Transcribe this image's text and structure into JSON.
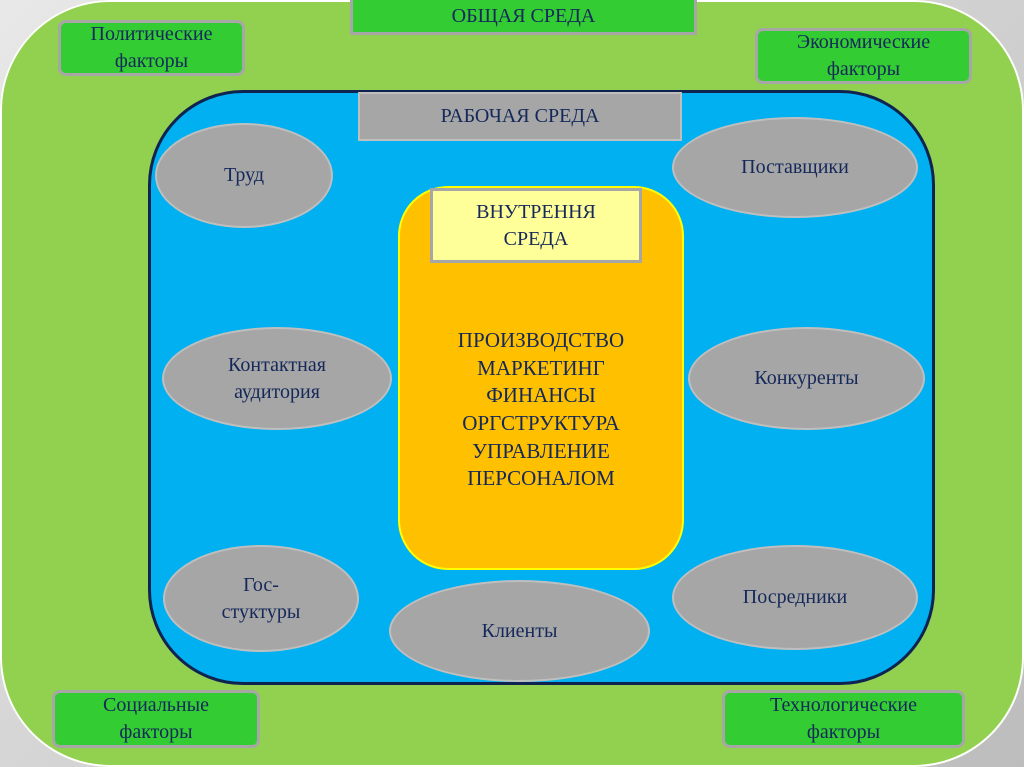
{
  "general_env": {
    "title": "ОБЩАЯ СРЕДА",
    "factors": {
      "political": [
        "Политические",
        "факторы"
      ],
      "economic": [
        "Экономические",
        "факторы"
      ],
      "social": [
        "Социальные",
        "факторы"
      ],
      "technological": [
        "Технологические",
        "факторы"
      ]
    }
  },
  "work_env": {
    "title": "РАБОЧАЯ СРЕДА",
    "elements": {
      "labor": [
        "Труд"
      ],
      "suppliers": [
        "Поставщики"
      ],
      "contact_audience": [
        "Контактная",
        "аудитория"
      ],
      "competitors": [
        "Конкуренты"
      ],
      "gov": [
        "Гос-",
        "стуктуры"
      ],
      "clients": [
        "Клиенты"
      ],
      "intermediaries": [
        "Посредники"
      ]
    }
  },
  "internal_env": {
    "title": [
      "ВНУТРЕННЯ",
      "СРЕДА"
    ],
    "items": [
      "ПРОИЗВОДСТВО",
      "МАРКЕТИНГ",
      "ФИНАНСЫ",
      "ОРГСТРУКТУРА",
      "УПРАВЛЕНИЕ",
      "ПЕРСОНАЛОМ"
    ]
  }
}
